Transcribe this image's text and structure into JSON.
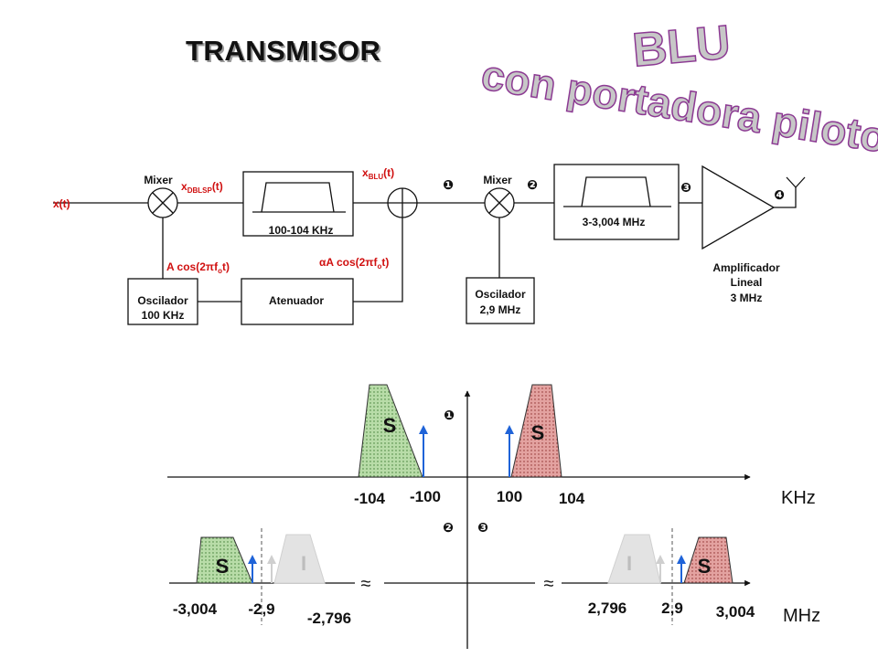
{
  "title": "TRANSMISOR",
  "wordart": {
    "line1": "BLU",
    "line2": "con portadora piloto"
  },
  "block_diagram": {
    "input": "x(t)",
    "mixer1": "Mixer",
    "dsb_signal": {
      "base": "x",
      "sub": "DBLSP",
      "tail": "(t)"
    },
    "filter1": "100-104 KHz",
    "ssb_signal": {
      "base": "x",
      "sub": "BLU",
      "tail": "(t)"
    },
    "osc1": {
      "line1": "Oscilador",
      "line2": "100 KHz"
    },
    "carrier": {
      "head": "A cos(2",
      "pi": "π",
      "f": "f",
      "sub": "o",
      "tail": "t)"
    },
    "attenuator": "Atenuador",
    "pilot": {
      "head": "α",
      "text": "A cos(2",
      "pi": "π",
      "f": "f",
      "sub": "o",
      "tail": "t)"
    },
    "mixer2": "Mixer",
    "osc2": {
      "line1": "Oscilador",
      "line2": "2,9 MHz"
    },
    "filter2": "3-3,004 MHz",
    "amplifier": {
      "line1": "Amplificador",
      "line2": "Lineal",
      "line3": "3 MHz"
    },
    "markers": [
      "❶",
      "❷",
      "❸",
      "❹"
    ]
  },
  "spectrum_top": {
    "step_marker": "❶",
    "ticks": [
      "-104",
      "-100",
      "100",
      "104"
    ],
    "unit": "KHz",
    "band_letter": "S"
  },
  "spectrum_bottom": {
    "step_markers": [
      "❷",
      "❸"
    ],
    "ticks_left": [
      "-3,004",
      "-2,9",
      "-2,796"
    ],
    "ticks_right": [
      "2,796",
      "2,9",
      "3,004"
    ],
    "unit": "MHz",
    "band_letter": "S",
    "image_letter": "I",
    "break_symbol": "≈"
  },
  "colors": {
    "signal_red": "#d01010",
    "pilot_blue": "#1f63d8",
    "band_green": "#b8dca8",
    "band_pink": "#e3a2a0",
    "ghost_gray": "#d9d9d9",
    "wordart_fill": "#c7c7c7",
    "wordart_edge": "#8c3a93"
  }
}
